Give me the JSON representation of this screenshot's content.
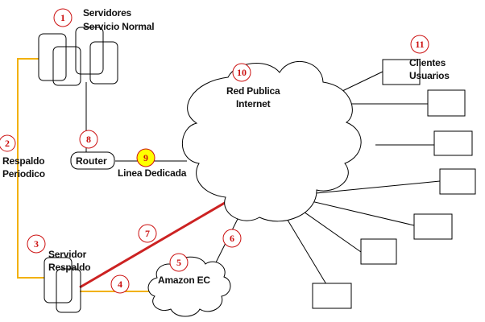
{
  "labels": {
    "servers_line1": "Servidores",
    "servers_line2": "Servicio Normal",
    "backup_periodic_line1": "Respaldo",
    "backup_periodic_line2": "Periodico",
    "backup_server_line1": "Servidor",
    "backup_server_line2": "Respaldo",
    "router": "Router",
    "dedicated_line": "Linea Dedicada",
    "internet_line1": "Red Publica",
    "internet_line2": "Internet",
    "clients_line1": "Clientes",
    "clients_line2": "Usuarios",
    "amazon": "Amazon EC"
  },
  "badges": {
    "b1": "1",
    "b2": "2",
    "b3": "3",
    "b4": "4",
    "b5": "5",
    "b6": "6",
    "b7": "7",
    "b8": "8",
    "b9": "9",
    "b10": "10",
    "b11": "11"
  },
  "colors": {
    "badge_ring": "#cc1111",
    "badge_fill": "#ffffff",
    "badge_9_fill": "#ffff00",
    "backup_link": "#f2b100",
    "direct_link": "#cc2222",
    "line": "#000000"
  }
}
